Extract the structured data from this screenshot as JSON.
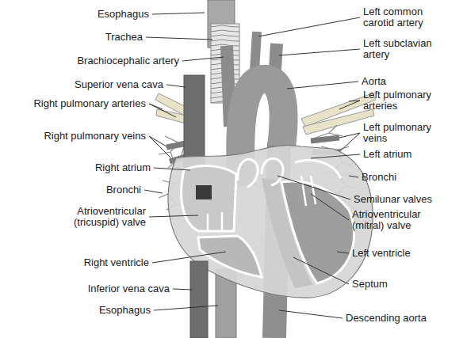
{
  "diagram": {
    "labels": [
      "Esophagus",
      "Trachea",
      "Brachiocephalic artery",
      "Superior vena cava",
      "Right pulmonary arteries",
      "Right pulmonary veins",
      "Right atrium",
      "Bronchi",
      "Atrioventricular (tricuspid) valve",
      "Right ventricle",
      "Inferior vena cava",
      "Esophagus",
      "Left common carotid artery",
      "Left subclavian artery",
      "Aorta",
      "Left pulmonary arteries",
      "Left pulmonary veins",
      "Left atrium",
      "Bronchi",
      "Semilunar valves",
      "Atrioventricular (mitral) valve",
      "Left ventricle",
      "Septum",
      "Descending aorta"
    ]
  }
}
